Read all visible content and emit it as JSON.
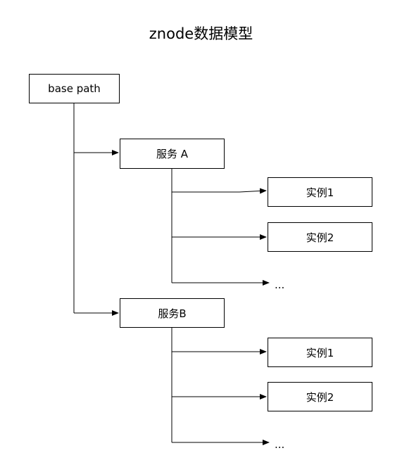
{
  "diagram": {
    "title": "znode数据模型",
    "root": {
      "label": "base path"
    },
    "services": [
      {
        "label": "服务 A",
        "instances": [
          "实例1",
          "实例2"
        ],
        "more": "..."
      },
      {
        "label": "服务B",
        "instances": [
          "实例1",
          "实例2"
        ],
        "more": "..."
      }
    ],
    "colors": {
      "line": "#000000",
      "box_border": "#000000",
      "background": "#ffffff"
    }
  }
}
